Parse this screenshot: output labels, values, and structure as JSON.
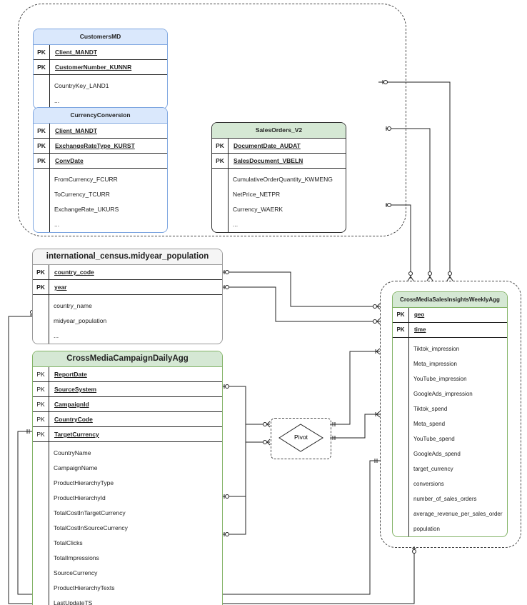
{
  "tables": [
    {
      "id": "customers",
      "title": "CustomersMD",
      "style": "blue",
      "pk_label": "PK",
      "keys": [
        "Client_MANDT",
        "CustomerNumber_KUNNR"
      ],
      "fields": [
        "CountryKey_LAND1",
        "..."
      ]
    },
    {
      "id": "currency",
      "title": "CurrencyConversion",
      "style": "blue",
      "pk_label": "PK",
      "keys": [
        "Client_MANDT",
        "ExchangeRateType_KURST",
        "ConvDate"
      ],
      "fields": [
        "FromCurrency_FCURR",
        "ToCurrency_TCURR",
        "ExchangeRate_UKURS",
        "..."
      ]
    },
    {
      "id": "salesorders",
      "title": "SalesOrders_V2",
      "style": "dark",
      "pk_label": "PK",
      "keys": [
        "DocumentDate_AUDAT",
        "SalesDocument_VBELN"
      ],
      "fields": [
        "CumulativeOrderQuantity_KWMENG",
        "NetPrice_NETPR",
        "Currency_WAERK",
        "..."
      ]
    },
    {
      "id": "census",
      "title": "international_census.midyear_population",
      "style": "grey",
      "pk_label": "PK",
      "keys": [
        "country_code",
        "year"
      ],
      "fields": [
        "country_name",
        "midyear_population",
        "..."
      ]
    },
    {
      "id": "campaign",
      "title": "CrossMediaCampaignDailyAgg",
      "style": "green",
      "pk_label": "PK",
      "keys": [
        "ReportDate",
        "SourceSystem",
        "CampaignId",
        "CountryCode",
        "TargetCurrency"
      ],
      "fields": [
        "CountryName",
        "CampaignName",
        "ProductHierarchyType",
        "ProductHierarchyId",
        "TotalCostInTargetCurrency",
        "TotalCostInSourceCurrency",
        "TotalClicks",
        "TotalImpressions",
        "SourceCurrency",
        "ProductHierarchyTexts",
        "LastUpdateTS"
      ]
    },
    {
      "id": "weekly",
      "title": "CrossMediaSalesInsightsWeeklyAgg",
      "style": "green",
      "pk_label": "PK",
      "keys": [
        "geo",
        "time"
      ],
      "fields": [
        "Tiktok_impression",
        "Meta_impression",
        "YouTube_impression",
        "GoogleAds_impression",
        "Tiktok_spend",
        "Meta_spend",
        "YouTube_spend",
        "GoogleAds_spend",
        "target_currency",
        "conversions",
        "number_of_sales_orders",
        "average_revenue_per_sales_order",
        "population"
      ]
    }
  ],
  "pivot": {
    "label": "Pivot"
  },
  "colors": {
    "blue_header": "#dae8fc",
    "green_header": "#d5e8d4",
    "grey_header": "#f5f5f5",
    "line": "#222222"
  }
}
